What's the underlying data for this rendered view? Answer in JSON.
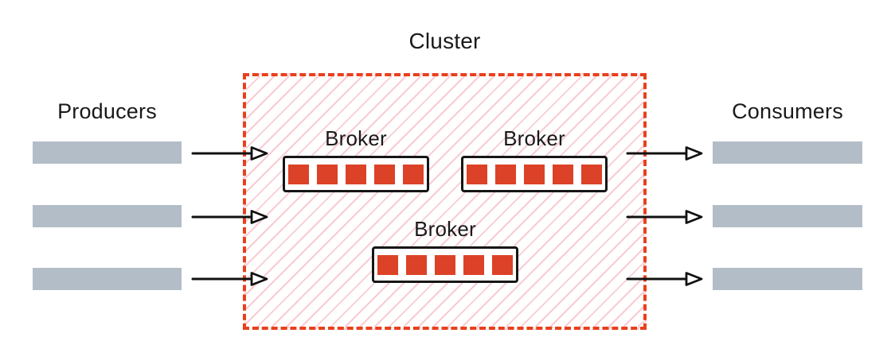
{
  "diagram": {
    "title": "Cluster",
    "producers": {
      "label": "Producers",
      "count": 3
    },
    "consumers": {
      "label": "Consumers",
      "count": 3
    },
    "brokers": [
      {
        "label": "Broker",
        "partitions": 5
      },
      {
        "label": "Broker",
        "partitions": 5
      },
      {
        "label": "Broker",
        "partitions": 5
      }
    ],
    "flows": {
      "producer_arrows": 3,
      "consumer_arrows": 3
    },
    "colors": {
      "cluster_border": "#e8401d",
      "cluster_hatch": "#f8ccd3",
      "partition": "#dc4227",
      "bar": "#b2bdc8",
      "arrow": "#111111",
      "text": "#1a1a1a",
      "broker_border": "#161616",
      "broker_bg": "#ffffff",
      "background": "#ffffff"
    }
  }
}
